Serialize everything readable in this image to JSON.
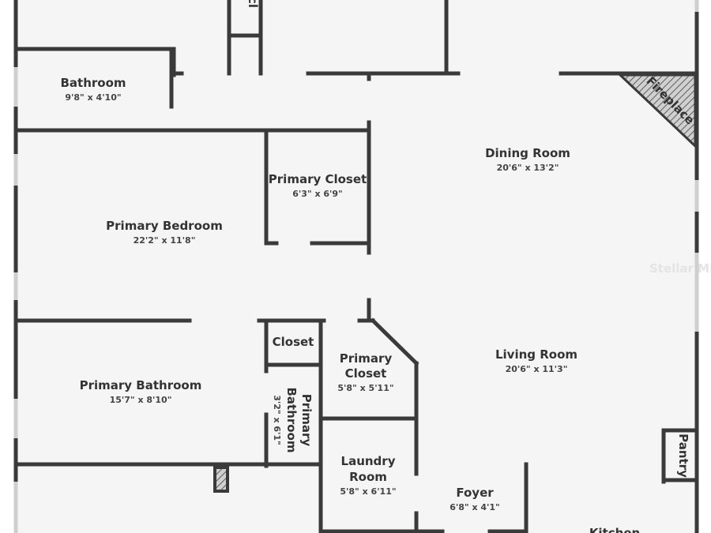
{
  "rooms": {
    "bathroom": {
      "name": "Bathroom",
      "dims": "9'8\" x 4'10\""
    },
    "primary_closet_1": {
      "name": "Primary Closet",
      "dims": "6'3\" x 6'9\""
    },
    "dining_room": {
      "name": "Dining Room",
      "dims": "20'6\" x 13'2\""
    },
    "primary_bedroom": {
      "name": "Primary Bedroom",
      "dims": "22'2\" x 11'8\""
    },
    "closet": {
      "name": "Closet"
    },
    "primary_closet_2": {
      "name_line1": "Primary",
      "name_line2": "Closet",
      "dims": "5'8\" x 5'11\""
    },
    "living_room": {
      "name": "Living Room",
      "dims": "20'6\" x 11'3\""
    },
    "primary_bathroom": {
      "name": "Primary Bathroom",
      "dims": "15'7\" x 8'10\""
    },
    "primary_bathroom_small": {
      "name_line1": "Primary",
      "name_line2": "Bathroom",
      "dims": "3'2\" x 6'1\""
    },
    "laundry_room": {
      "name_line1": "Laundry",
      "name_line2": "Room",
      "dims": "5'8\" x 6'11\""
    },
    "foyer": {
      "name": "Foyer",
      "dims": "6'8\" x 4'1\""
    },
    "pantry": {
      "name": "Pantry"
    },
    "fireplace": {
      "name": "Fireplace"
    },
    "kitchen": {
      "name": "Kitchen"
    },
    "cl": {
      "name": "cl"
    }
  },
  "watermark": "Stellar MLS"
}
